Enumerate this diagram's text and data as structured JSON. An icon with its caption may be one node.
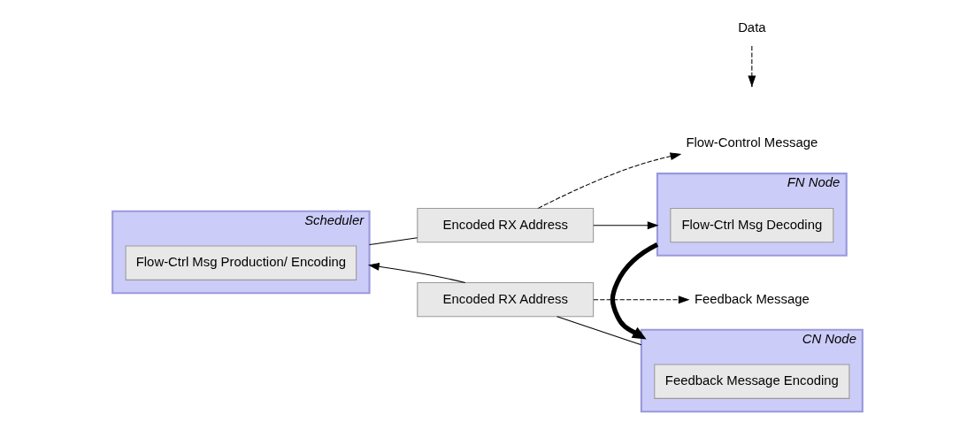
{
  "diagram": {
    "nodes": [
      {
        "text": [
          "Scheduler"
        ]
      },
      {
        "text": [
          "Flow-Ctrl Msg Production/ Encoding"
        ],
        "in": 0
      },
      {
        "text": [
          "Encoded RX Address"
        ]
      },
      {
        "text": [
          "Flow-Control Message"
        ]
      },
      {
        "text": [
          "FN Node"
        ]
      },
      {
        "text": [
          "Flow-Ctrl Msg Decoding"
        ],
        "in": 4
      },
      {
        "text": [
          "Data"
        ]
      },
      {
        "text": [
          "Feedback Message"
        ]
      },
      {
        "text": [
          "Encoded RX Address"
        ]
      },
      {
        "text": [
          "CN Node"
        ]
      },
      {
        "text": [
          "Feedback Message Encoding"
        ],
        "in": 9
      }
    ],
    "edges": [
      {
        "from": 0,
        "to": 2,
        "arrow": "none"
      },
      {
        "from": 2,
        "to": 4,
        "arrow": "to"
      },
      {
        "from": 2,
        "to": 3,
        "arrow": "to",
        "style": "dashed"
      },
      {
        "from": 4,
        "to": 9,
        "arrow": "to",
        "style": "thick"
      },
      {
        "from": 6,
        "to": null,
        "arrow": "to",
        "style": "dashed"
      },
      {
        "from": 9,
        "to": 8,
        "arrow": "none"
      },
      {
        "from": 8,
        "to": 0,
        "arrow": "to"
      },
      {
        "from": 8,
        "to": 7,
        "arrow": "to",
        "style": "dashed"
      }
    ]
  }
}
